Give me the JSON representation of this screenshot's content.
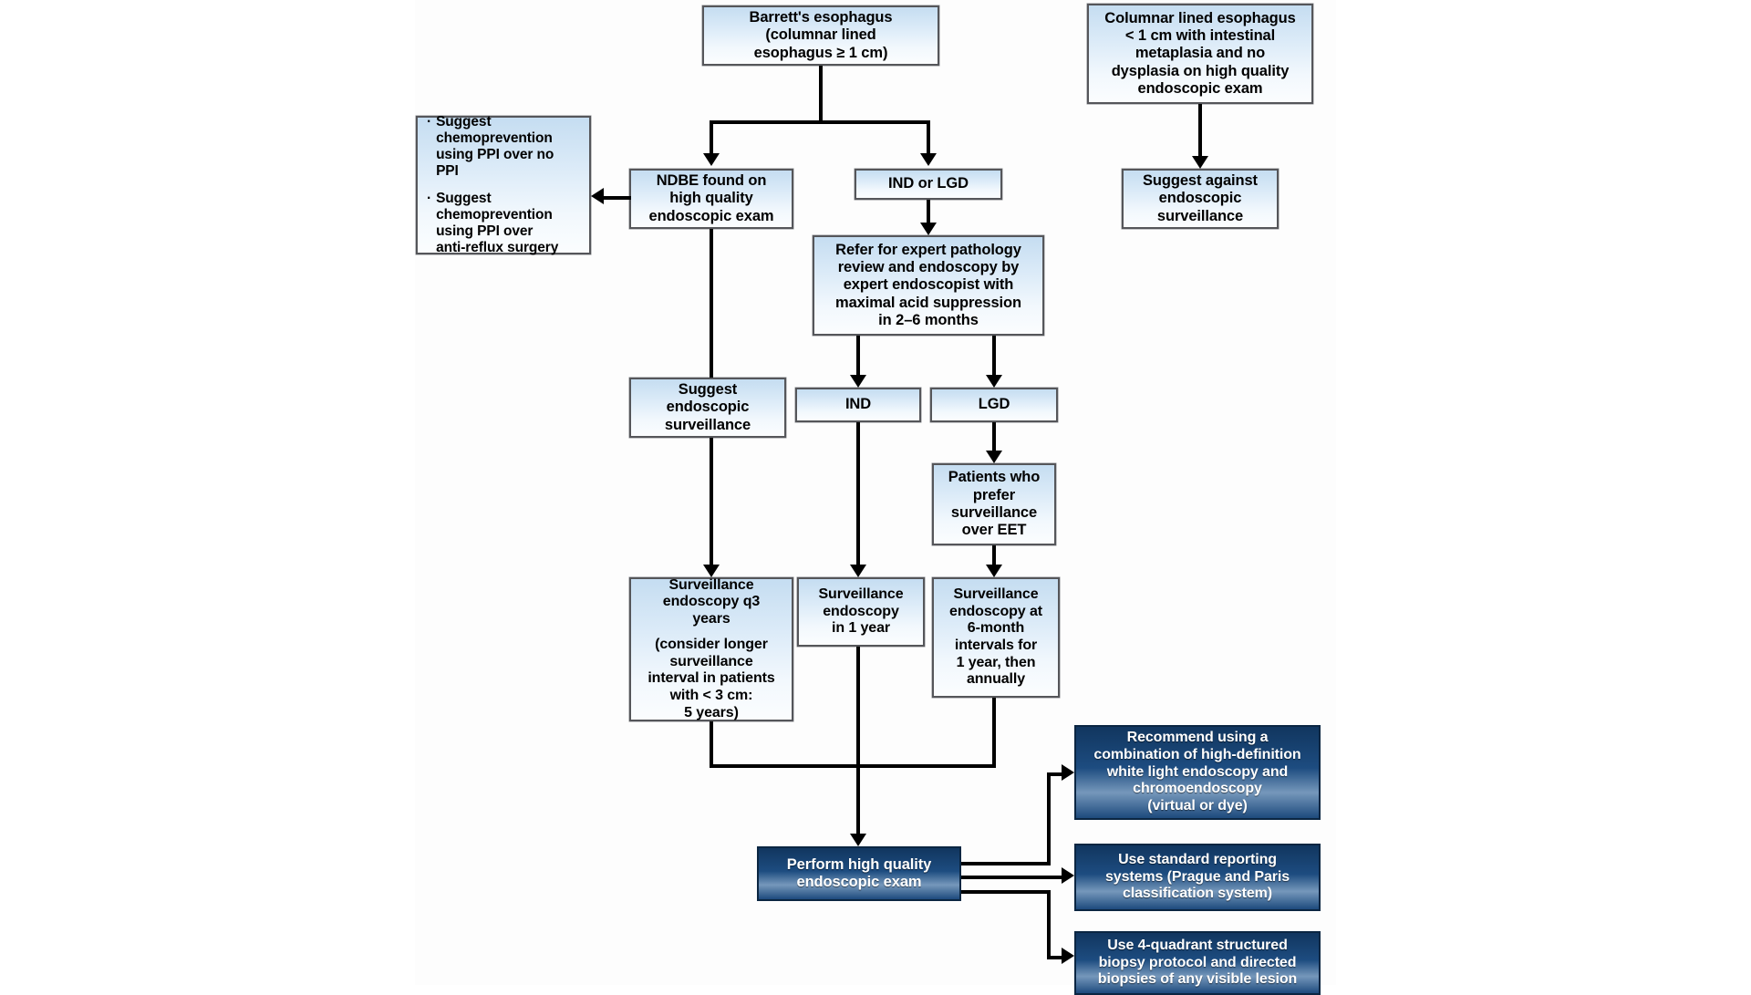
{
  "diagram": {
    "title_box": {
      "id": "barretts-esophagus",
      "lines": [
        "Barrett's esophagus",
        "(columnar lined",
        "esophagus ≥ 1 cm)"
      ]
    },
    "nodes": [
      {
        "id": "chemoprevention",
        "style": "light",
        "align": "left",
        "bullets": [
          [
            "Suggest",
            "chemoprevention",
            "using PPI over no",
            "PPI"
          ],
          [
            "Suggest",
            "chemoprevention",
            "using PPI over",
            "anti-reflux surgery"
          ]
        ],
        "bullet_char": "·"
      },
      {
        "id": "ndbe",
        "style": "light",
        "lines": [
          "NDBE found on",
          "high quality",
          "endoscopic exam"
        ]
      },
      {
        "id": "ind-or-lgd",
        "style": "light",
        "lines": [
          "IND or LGD"
        ]
      },
      {
        "id": "refer-expert-pathology",
        "style": "light",
        "lines": [
          "Refer for expert pathology",
          "review and endoscopy by",
          "expert endoscopist with",
          "maximal acid suppression",
          "in 2–6 months"
        ]
      },
      {
        "id": "suggest-endoscopic-surveillance",
        "style": "light",
        "lines": [
          "Suggest",
          "endoscopic",
          "surveillance"
        ]
      },
      {
        "id": "ind",
        "style": "light",
        "lines": [
          "IND"
        ]
      },
      {
        "id": "lgd",
        "style": "light",
        "lines": [
          "LGD"
        ]
      },
      {
        "id": "patients-prefer-surveillance",
        "style": "light",
        "lines": [
          "Patients who",
          "prefer",
          "surveillance",
          "over EET"
        ]
      },
      {
        "id": "surveillance-q3-years",
        "style": "light",
        "lines": [
          "Surveillance",
          "endoscopy q3",
          "years",
          "",
          "(consider longer",
          "surveillance",
          "interval in patients",
          "with < 3 cm:",
          "5 years)"
        ]
      },
      {
        "id": "surveillance-1-year",
        "style": "light",
        "lines": [
          "Surveillance",
          "endoscopy",
          "in 1 year"
        ]
      },
      {
        "id": "surveillance-6-month",
        "style": "light",
        "lines": [
          "Surveillance",
          "endoscopy at",
          "6-month",
          "intervals for",
          "1 year, then",
          "annually"
        ]
      },
      {
        "id": "columnar-lined-under-1cm",
        "style": "light",
        "lines": [
          "Columnar lined esophagus",
          "< 1 cm with intestinal",
          "metaplasia and no",
          "dysplasia on high quality",
          "endoscopic exam"
        ]
      },
      {
        "id": "suggest-against-surveillance",
        "style": "light",
        "lines": [
          "Suggest against",
          "endoscopic",
          "surveillance"
        ]
      },
      {
        "id": "perform-high-quality-exam",
        "style": "dark",
        "lines": [
          "Perform high quality",
          "endoscopic exam"
        ]
      },
      {
        "id": "recommend-hd-white-light",
        "style": "dark",
        "lines": [
          "Recommend using a",
          "combination of high-definition",
          "white light endoscopy and",
          "chromoendoscopy",
          "(virtual or dye)"
        ]
      },
      {
        "id": "standard-reporting-systems",
        "style": "dark",
        "lines": [
          "Use standard reporting",
          "systems (Prague and Paris",
          "classification system)"
        ]
      },
      {
        "id": "four-quadrant-biopsy",
        "style": "dark",
        "lines": [
          "Use 4-quadrant structured",
          "biopsy protocol and directed",
          "biopsies of any visible lesion"
        ]
      }
    ],
    "colors": {
      "light_box_top": "#c5ddf1",
      "light_box_bottom": "#fbfdfe",
      "light_box_border": "#55565a",
      "dark_box_top": "#11365f",
      "dark_box_mid": "#225992",
      "dark_box_border": "#0b2642",
      "dark_box_text": "#ffffff",
      "connector": "#000000",
      "plate_background": "#fdfdfd"
    }
  }
}
